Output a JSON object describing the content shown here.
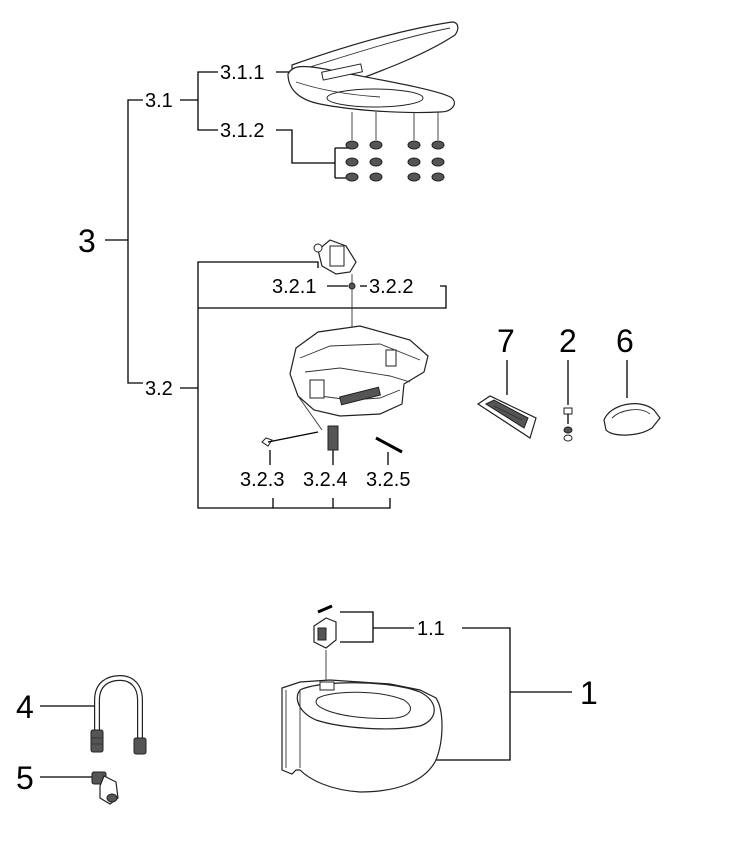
{
  "labels": {
    "l3": "3",
    "l3_1": "3.1",
    "l3_1_1": "3.1.1",
    "l3_1_2": "3.1.2",
    "l3_2": "3.2",
    "l3_2_1": "3.2.1",
    "l3_2_2": "3.2.2",
    "l3_2_3": "3.2.3",
    "l3_2_4": "3.2.4",
    "l3_2_5": "3.2.5",
    "l7": "7",
    "l2": "2",
    "l6": "6",
    "l1": "1",
    "l1_1": "1.1",
    "l4": "4",
    "l5": "5"
  }
}
